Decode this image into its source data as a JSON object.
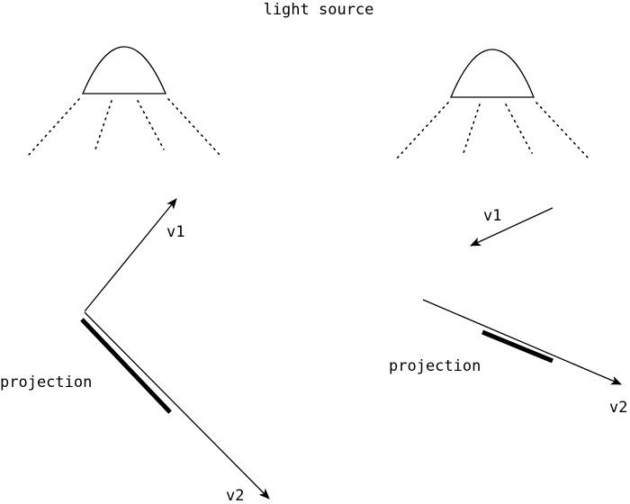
{
  "title": "light source",
  "left_panel": {
    "v1_label": "v1",
    "v2_label": "v2",
    "projection_label": "projection"
  },
  "right_panel": {
    "v1_label": "v1",
    "v2_label": "v2",
    "projection_label": "projection"
  }
}
